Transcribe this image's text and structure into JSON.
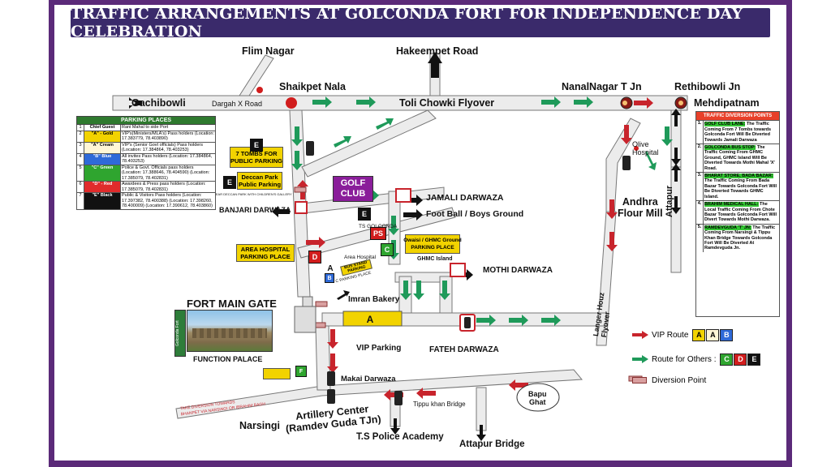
{
  "title": "TRAFFIC ARRANGEMENTS AT GOLCONDA FORT FOR INDEPENDENCE DAY CELEBRATION",
  "places": {
    "film_nagar": "Flim Nagar",
    "hakeempet_road": "Hakeempet Road",
    "shaikpet_nala": "Shaikpet Nala",
    "nanalnagar": "NanalNagar T Jn",
    "rethibowli": "Rethibowli Jn",
    "gachibowli": "Gachibowli",
    "dargah": "Dargah X Road",
    "tolichowki": "Toli Chowki Flyover",
    "mehdipatnam": "Mehdipatnam",
    "olive": "Olive\nHospital",
    "andhra_flour": "Andhra\nFlour Mill",
    "attapur": "Attapur",
    "jamali": "JAMALI DARWAZA",
    "football": "Foot Ball / Boys Ground",
    "banjari": "BANJARI DARWAZA",
    "golf_club": "GOLF\nCLUB",
    "ts_golconda": "TS GOLCONDA",
    "area_hospital_small": "Area Hospital",
    "ghmc_island": "GHMC Island",
    "mothi": "MOTHI DARWAZA",
    "fort_main_gate": "FORT MAIN GATE",
    "function_palace": "FUNCTION PALACE",
    "imran_bakery": "Imran Bakery",
    "vip_parking": "VIP Parking",
    "fateh": "FATEH DARWAZA",
    "langer_houz": "Langer Houz\nFlyover",
    "makai": "Makai Darwaza",
    "artillery": "Artillery Center\n(Ramdev Guda TJn)",
    "tippu": "Tippu khan Bridge",
    "bapu_ghat": "Bapu\nGhat",
    "narsingi": "Narsingi",
    "ts_police": "T.S Police Academy",
    "attapur_bridge": "Attapur Bridge",
    "take_diversion": "TAKE DIVERSION TOWARDS\nBHANPET VIA NARSINGI OR IBRAHIM BAGH",
    "fort_strip": "Golconda Fort"
  },
  "parking_boxes": {
    "seven_tombs": "7 TOMBS FOR\nPUBLIC PARKING",
    "deccan_park": "Deccan Park\nPublic Parking",
    "area_hospital": "AREA HOSPITAL\nPARKING PLACE",
    "owaisi": "Owaisi / GHMC Ground\nPARKING PLACE",
    "bus_stand": "BUS STAND\nPARKING",
    "c_parking": "C PARKING PLACE",
    "green_small": "",
    "deccan_note": "NEAR DECCAN PARK WITH CHILDREN'S GALLERY"
  },
  "markers": {
    "e1": "E",
    "e2": "E",
    "e3": "E",
    "ps": "PS",
    "c": "C",
    "d": "D",
    "a": "A",
    "b": "B",
    "a_vip": "A",
    "f": "F"
  },
  "parking_table": {
    "header": "PARKING PLACES",
    "rows": [
      {
        "num": "1",
        "tag": "Chief Guest",
        "desc": "Rani Mahal to side Port",
        "color": "#ffffff",
        "fg": "#000000"
      },
      {
        "num": "2",
        "tag": "\"A\" - Gold",
        "desc": "VIP's(Ministers/MLA's) Pass holders (Location: 17.383779, 78.403890)",
        "color": "#f2d300",
        "fg": "#000000"
      },
      {
        "num": "3",
        "tag": "\"A\" Cream",
        "desc": "VIP's (Senior Govt officials) Pass holders (Location: 17.384864, 78.403253)",
        "color": "#fff6d6",
        "fg": "#000000"
      },
      {
        "num": "4",
        "tag": "\"B\" Blue",
        "desc": "All invites Pass holders (Location: 17.384864, 78.403253)",
        "color": "#2f6ad8",
        "fg": "#ffffff"
      },
      {
        "num": "5",
        "tag": "\"C\" Green",
        "desc": "Police & Govt. Officials pass holders (Location: 17.388646, 78.404590) (Location: 17.385079, 78.402831)",
        "color": "#2fa52f",
        "fg": "#ffffff"
      },
      {
        "num": "6",
        "tag": "\"D\" - Red",
        "desc": "Awardees & Press pass holders (Location: 17.385079, 78.402831)",
        "color": "#e02b2b",
        "fg": "#ffffff"
      },
      {
        "num": "7",
        "tag": "\"E\" Black",
        "desc": "Public & Visitors Pass holders (Location: 17.397382, 78.400388) (Location: 17.398260, 78.400009) (Location: 17.390612, 78.403860)",
        "color": "#111111",
        "fg": "#ffffff"
      }
    ]
  },
  "diversion": {
    "header": "TRAFFIC DIVERSION POINTS",
    "items": [
      {
        "n": "1.",
        "place": "GOLF CLUB LANE:",
        "text": " The Traffic Coming From 7 Tombs towards Golconda Fort Will Be Diverted Towards Jamali Darwaza"
      },
      {
        "n": "2.",
        "place": "GOLCONDA BUS STOP:",
        "text": " The Traffic Coming From GHMC Ground, GHMC Island Will Be Diverted Towards Mothi Mahal 'X' Road."
      },
      {
        "n": "3.",
        "place": "BHARAT STORE, BADA BAZAR:",
        "text": " The Traffic Coming From Bada Bazar Towards Golconda Fort Will Be Diverted Towards GHMC Island."
      },
      {
        "n": "4.",
        "place": "BRAHIM MEDICAL HALL:",
        "text": " The Local Traffic Coming From Chote Bazar Towards Golconda Fort Will Divert Towards Mothi Darwaza."
      },
      {
        "n": "5.",
        "place": "RAMDEVGUDA 'T' JN:",
        "text": " The Traffic Coming From Narsingi & Tippu Khan Bridge Towards Golconda Fort Will Be Diverted At Ramdevguda Jn."
      }
    ]
  },
  "legend": {
    "vip_route": "VIP Route",
    "vip_tags": [
      "A",
      "A",
      "B"
    ],
    "route_others": "Route for Others :",
    "other_tags": [
      "C",
      "D",
      "E"
    ],
    "diversion_point": "Diversion Point"
  },
  "colors": {
    "frame": "#5b2a79",
    "title_bg": "#3a2a6b",
    "road": "#ececec",
    "vip_arrow": "#c8242c",
    "other_arrow": "#1f9a5a",
    "gold": "#f2d300",
    "golf": "#8a1d9a"
  }
}
